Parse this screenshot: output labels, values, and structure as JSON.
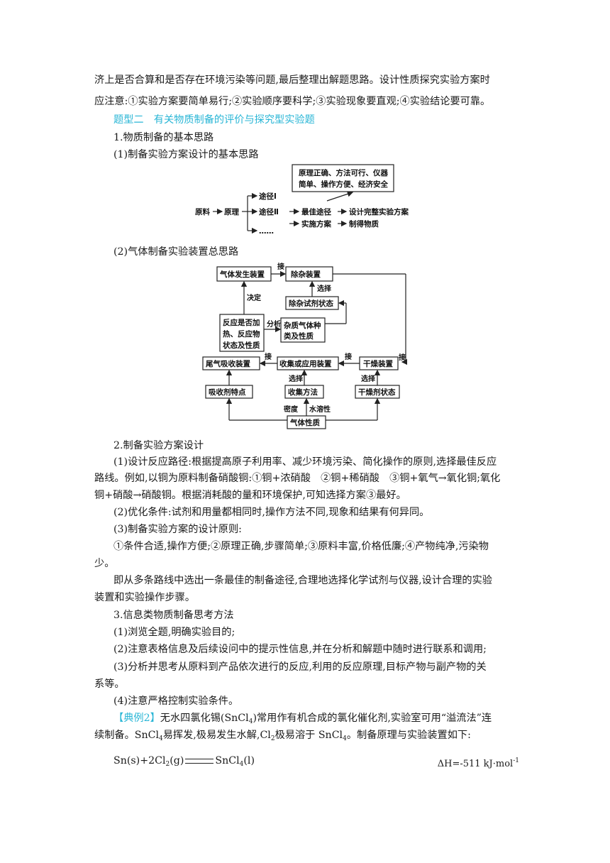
{
  "text": {
    "p_top_1": "济上是否合算和是否存在环境污染等问题,最后整理出解题思路。设计性质探究实验方案时",
    "p_top_2": "应注意:①实验方案要简单易行;②实验顺序要科学;③实验现象要直观;④实验结论要可靠。",
    "section_title": "题型二　有关物质制备的评价与探究型实验题",
    "h1": "1.物质制备的基本思路",
    "h1_1": "(1)制备实验方案设计的基本思路",
    "h1_2": "(2)气体制备实验装置总思路",
    "h2": "2.制备实验方案设计",
    "p2_1a": "(1)设计反应路径:根据提高原子利用率、减少环境污染、简化操作的原则,选择最佳反应",
    "p2_1b": "路线。例如,以铜为原料制备硝酸铜:①铜+浓硝酸　②铜+稀硝酸　③铜+氧气→氧化铜;氧化",
    "p2_1c": "铜+硝酸→硝酸铜。根据消耗酸的量和环境保护,可知选择方案③最好。",
    "p2_2": "(2)优化条件:试剂和用量都相同时,操作方法不同,现象和结果有何异同。",
    "p2_3": "(3)制备实验方案的设计原则:",
    "p2_3a": "①条件合适,操作方便;②原理正确,步骤简单;③原料丰富,价格低廉;④产物纯净,污染物",
    "p2_3b": "少。",
    "p2_4a": "即从多条路线中选出一条最佳的制备途径,合理地选择化学试剂与仪器,设计合理的实验",
    "p2_4b": "装置和实验操作步骤。",
    "h3": "3.信息类物质制备思考方法",
    "p3_1": "(1)浏览全题,明确实验目的;",
    "p3_2": "(2)注意表格信息及后续设问中的提示性信息,并在分析和解题中随时进行联系和调用;",
    "p3_3a": "(3)分析并思考从原料到产品依次进行的反应,利用的反应原理,目标产物与副产物的关",
    "p3_3b": "系等。",
    "p3_4": "(4)注意严格控制实验条件。",
    "ex_label": "【典例2】",
    "ex_1a": "无水四氯化锡(SnCl",
    "ex_1b": ")常用作有机合成的氯化催化剂,实验室可用“溢流法”连",
    "ex_2a": "续制备。SnCl",
    "ex_2b": "易挥发,极易发生水解,Cl",
    "ex_2c": "极易溶于 SnCl",
    "ex_2d": "。制备原理与实验装置如下:",
    "sub_4": "4",
    "sub_2": "2",
    "eq_a": "Sn(s)+2Cl",
    "eq_b": "(g)",
    "eq_c": "SnCl",
    "eq_d": "(l)",
    "dh": "ΔH=-511 kJ·mol",
    "dh_sup": "-1"
  },
  "diagram1": {
    "raw": "原料",
    "principle": "原理",
    "route1": "途径Ⅰ",
    "route2": "途径Ⅱ",
    "ellipsis": "……",
    "best": "最佳途径",
    "design": "设计完整实验方案",
    "implement": "实施方案",
    "obtain": "制得物质",
    "note1": "原理正确、方法可行、仪器",
    "note2": "简单、操作方便、经济安全"
  },
  "diagram2": {
    "gen": "气体发生装置",
    "purify": "除杂装置",
    "reagent_state": "除杂试剂状态",
    "reaction_1": "反应是否加",
    "reaction_2": "热、反应物",
    "reaction_3": "状态及性质",
    "impurity_1": "杂质气体种",
    "impurity_2": "类及性质",
    "tail": "尾气吸收装置",
    "collect": "收集或应用装置",
    "dry": "干燥装置",
    "absorbent": "吸收剂特点",
    "method": "收集方法",
    "desiccant": "干燥剂状态",
    "gas_prop": "气体性质",
    "connect": "接",
    "decide": "决定",
    "analyze": "分析",
    "choose": "选择",
    "density": "密度",
    "solubility": "水溶性"
  }
}
